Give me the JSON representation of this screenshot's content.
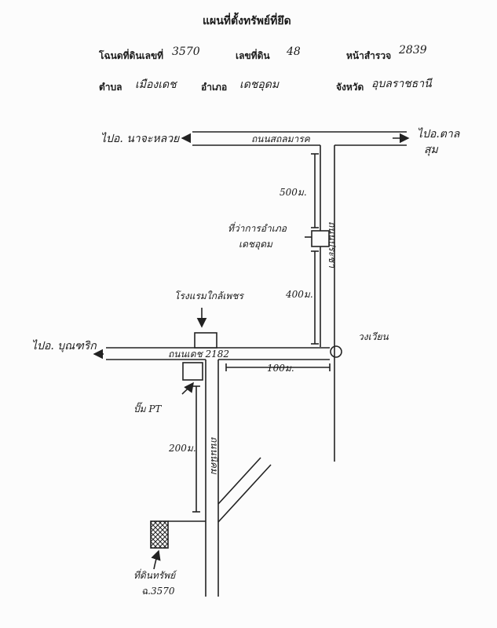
{
  "header": {
    "title": "แผนที่ตั้งทรัพย์ที่ยึด",
    "deed_label": "โฉนดที่ดินเลขที่",
    "deed_value": "3570",
    "land_no_label": "เลขที่ดิน",
    "land_no_value": "48",
    "survey_page_label": "หน้าสำรวจ",
    "survey_page_value": "2839",
    "subdistrict_label": "ตำบล",
    "subdistrict_value": "เมืองเดช",
    "district_label": "อำเภอ",
    "district_value": "เดชอุดม",
    "province_label": "จังหวัด",
    "province_value": "อุบลราชธานี"
  },
  "map": {
    "dir_left_top": "ไปอ. นาจะหลวย",
    "road_top": "ถนนสถลมารค",
    "dir_right_top": "ไปอ.ตาล",
    "dir_right_top_2": "สุม",
    "dist_500": "500ม.",
    "district_office": "ที่ว่าการอำเภอ",
    "district_office_2": "เดชอุดม",
    "road_right": "ถนนประชา",
    "dist_400": "400ม.",
    "hotel": "โรงแรมใกล้เพชร",
    "dir_left_mid": "ไปอ. บุณฑริก",
    "road_mid": "ถนนเดช 2182",
    "dist_100": "100ม.",
    "roundabout": "วงเวียน",
    "gas_station": "ปั๊ม PT",
    "dist_200": "200ม.",
    "road_lower": "ถนนนิคม",
    "property": "ที่ดินทรัพย์",
    "property_2": "ฉ.3570"
  }
}
